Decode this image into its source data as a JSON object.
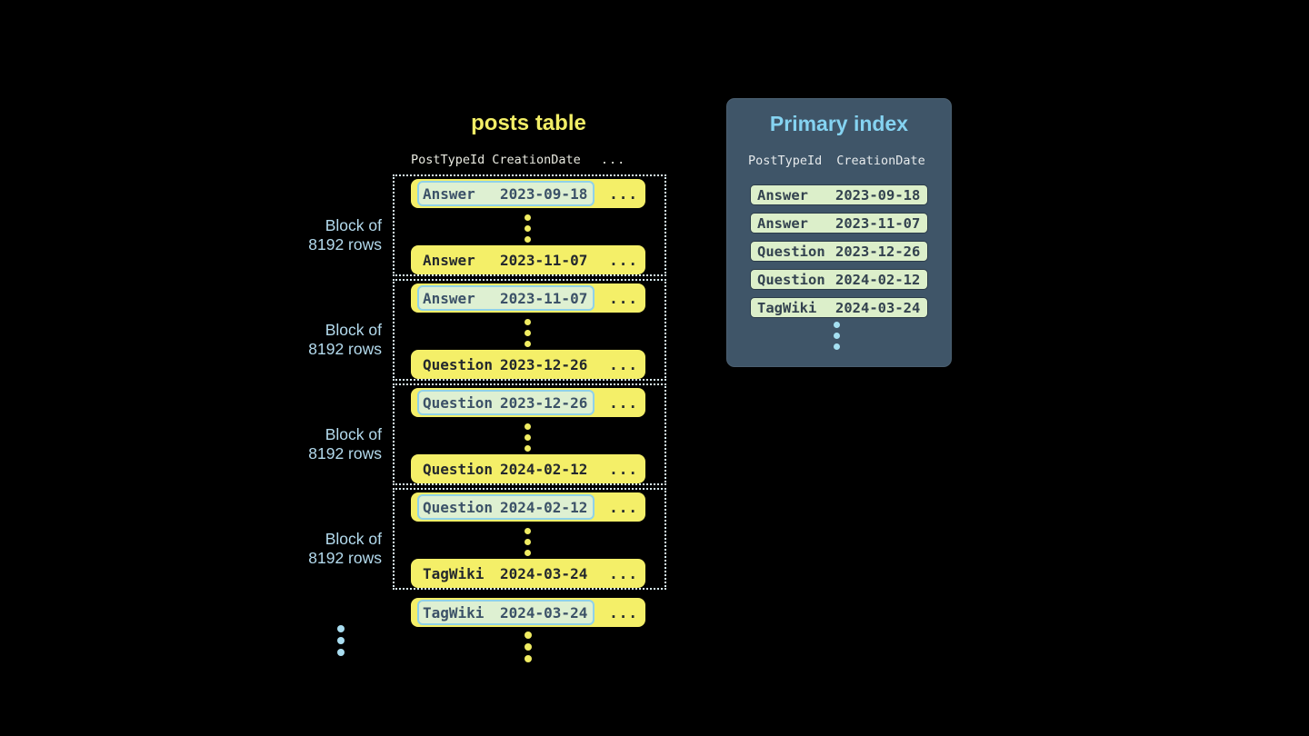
{
  "posts_table": {
    "title": "posts table",
    "headers": {
      "col1": "PostTypeId",
      "col2": "CreationDate",
      "col3": "..."
    },
    "block_label_line1": "Block of",
    "block_label_line2": "8192 rows",
    "blocks": [
      {
        "rows": [
          {
            "type": "Answer",
            "date": "2023-09-18",
            "more": "...",
            "highlighted": true
          },
          {
            "type": "Answer",
            "date": "2023-11-07",
            "more": "...",
            "highlighted": false
          }
        ]
      },
      {
        "rows": [
          {
            "type": "Answer",
            "date": "2023-11-07",
            "more": "...",
            "highlighted": true
          },
          {
            "type": "Question",
            "date": "2023-12-26",
            "more": "...",
            "highlighted": false
          }
        ]
      },
      {
        "rows": [
          {
            "type": "Question",
            "date": "2023-12-26",
            "more": "...",
            "highlighted": true
          },
          {
            "type": "Question",
            "date": "2024-02-12",
            "more": "...",
            "highlighted": false
          }
        ]
      },
      {
        "rows": [
          {
            "type": "Question",
            "date": "2024-02-12",
            "more": "...",
            "highlighted": true
          },
          {
            "type": "TagWiki",
            "date": "2024-03-24",
            "more": "...",
            "highlighted": false
          }
        ]
      }
    ],
    "overflow_row": {
      "type": "TagWiki",
      "date": "2024-03-24",
      "more": "...",
      "highlighted": true
    }
  },
  "primary_index": {
    "title": "Primary index",
    "headers": {
      "col1": "PostTypeId",
      "col2": "CreationDate"
    },
    "rows": [
      {
        "type": "Answer",
        "date": "2023-09-18"
      },
      {
        "type": "Answer",
        "date": "2023-11-07"
      },
      {
        "type": "Question",
        "date": "2023-12-26"
      },
      {
        "type": "Question",
        "date": "2024-02-12"
      },
      {
        "type": "TagWiki",
        "date": "2024-03-24"
      }
    ]
  },
  "colors": {
    "background": "#000000",
    "posts_title": "#f2ee66",
    "row_yellow": "#f4ef68",
    "row_text": "#24292e",
    "highlight_fill": "#def0d2",
    "highlight_border": "#90d2e9",
    "highlight_text": "#3c5268",
    "block_dotted_border": "#d9edf3",
    "block_label": "#b4dbee",
    "panel_background": "#3f5568",
    "panel_title": "#85d3f1",
    "index_row_fill": "#dcefca",
    "index_row_border": "#2c3c4a",
    "index_row_text": "#33424f",
    "blue_dots": "#a9ddf0",
    "yellow_dots": "#f0ec62"
  }
}
